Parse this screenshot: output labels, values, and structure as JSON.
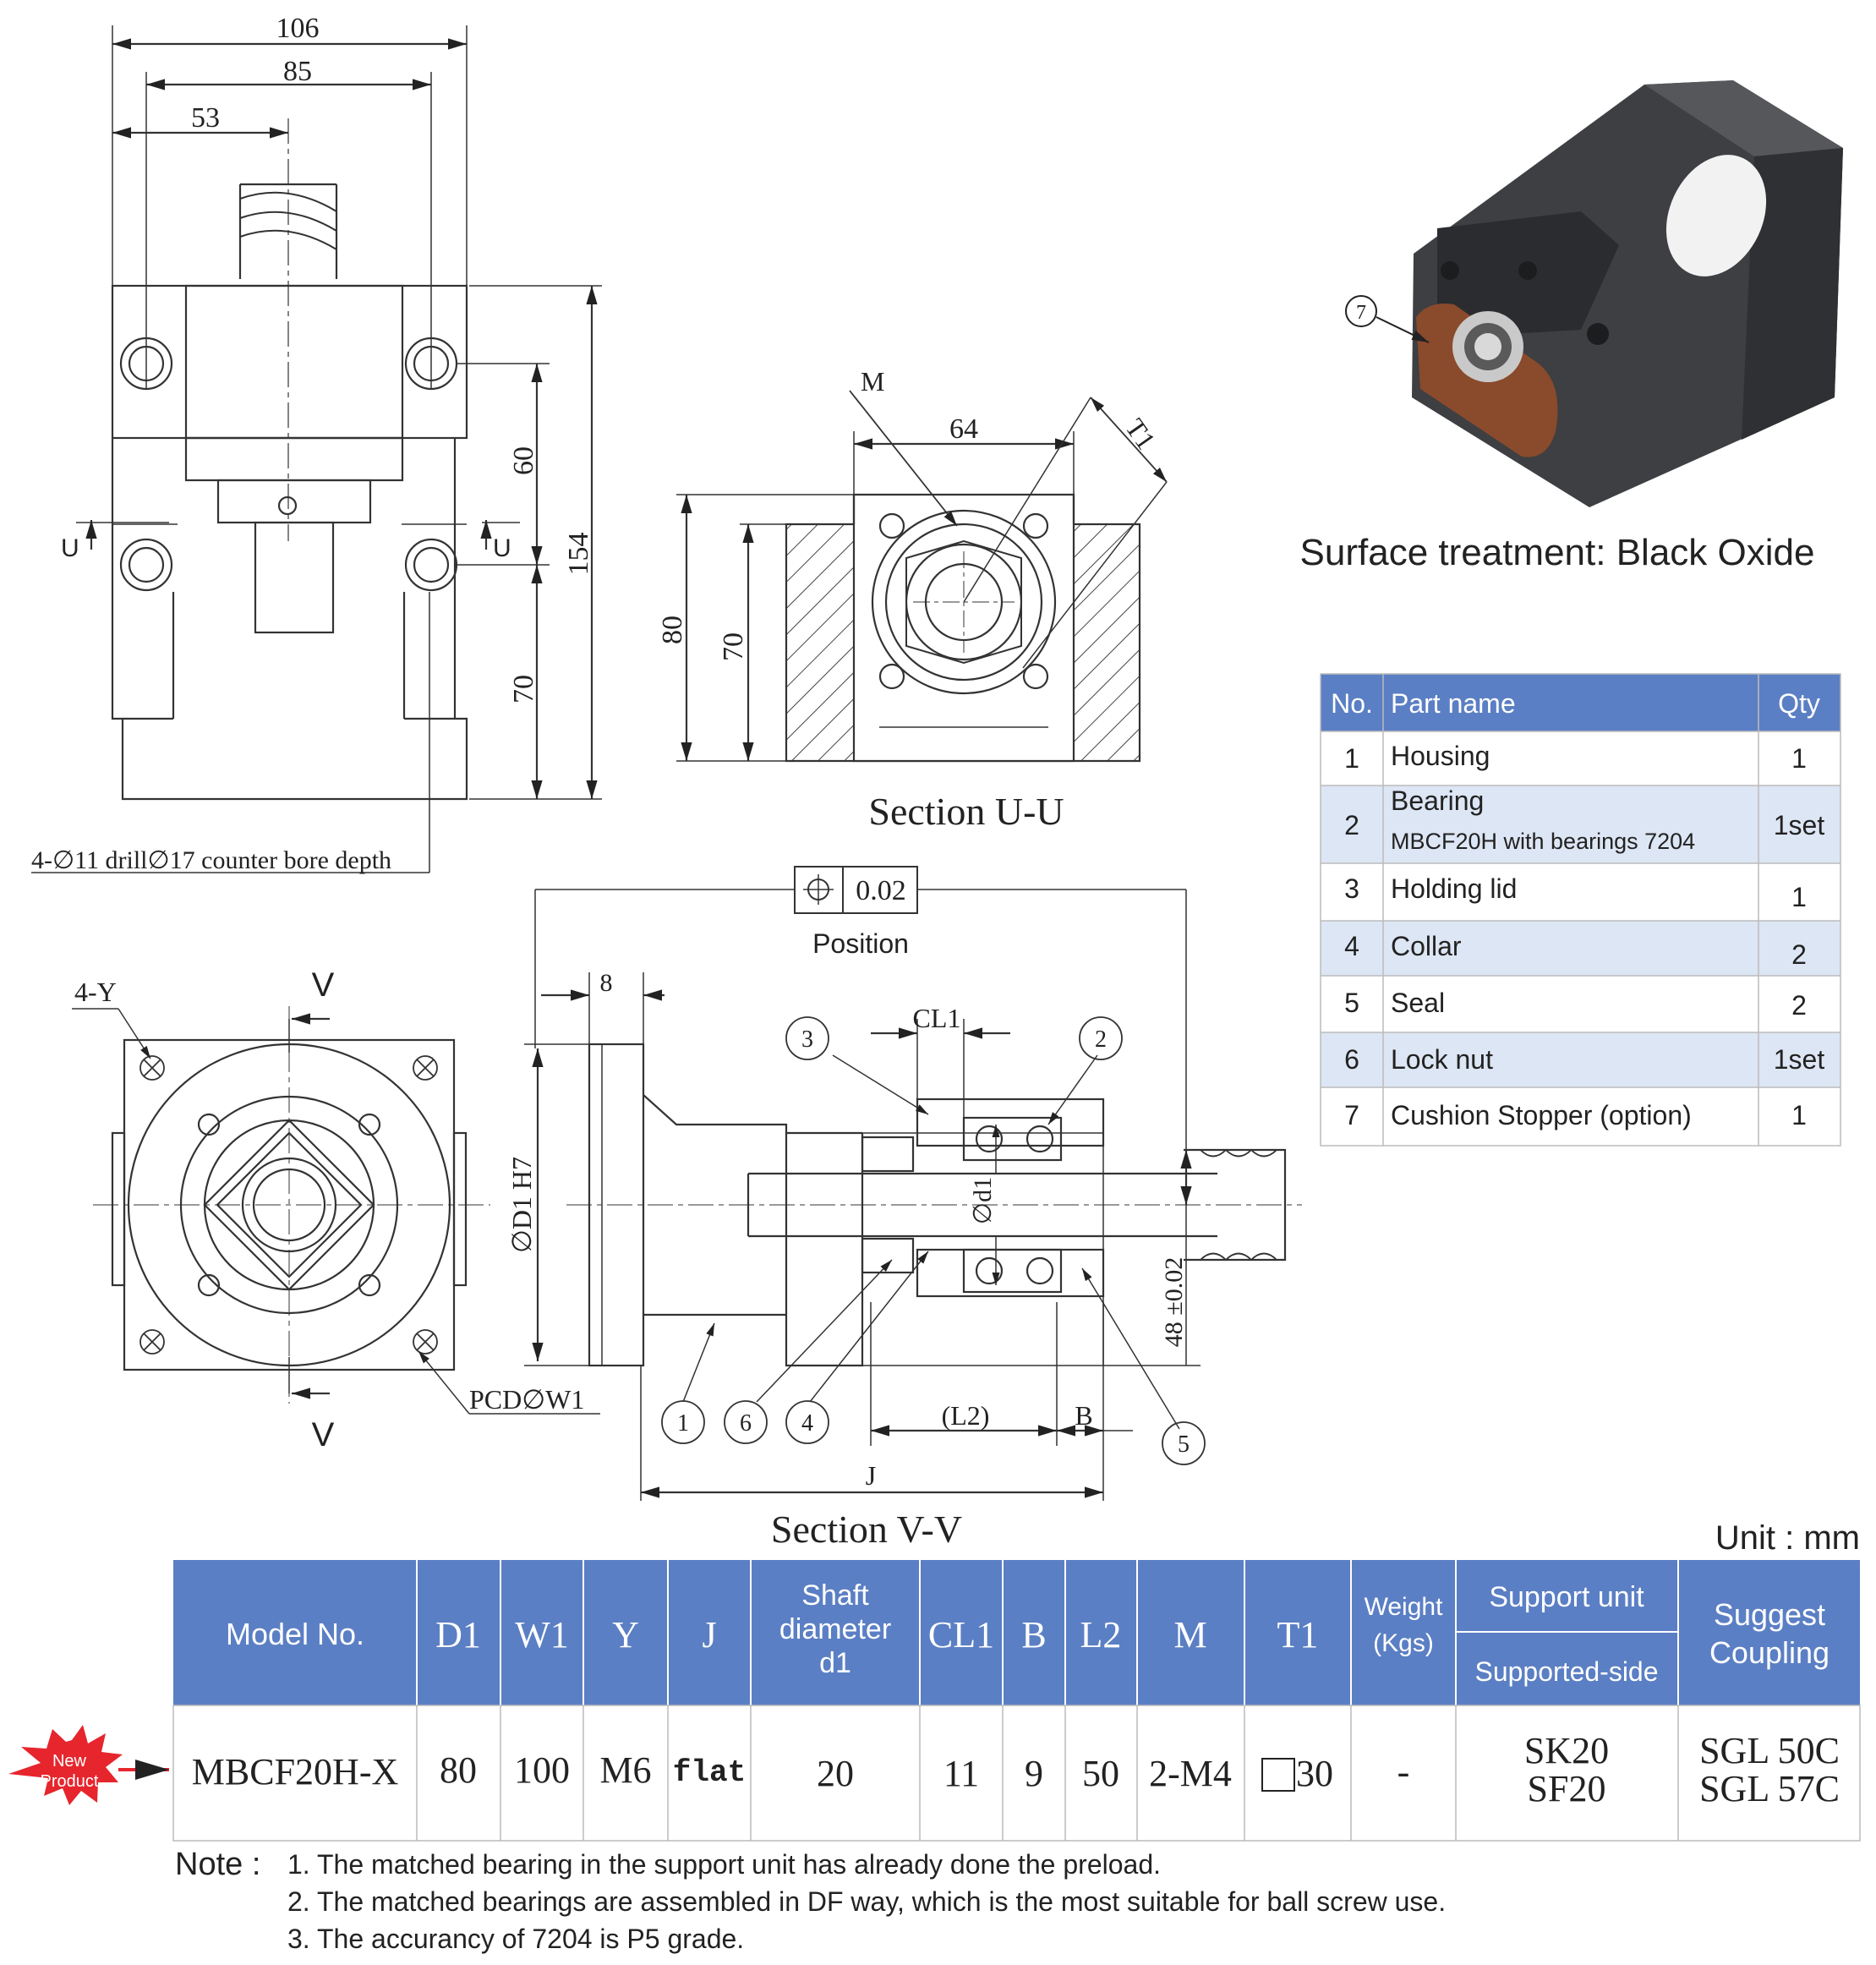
{
  "drawing": {
    "top_view": {
      "dim_106": "106",
      "dim_85": "85",
      "dim_53": "53",
      "dim_60": "60",
      "dim_70": "70",
      "dim_154": "154",
      "section_marker_left": "U",
      "section_marker_right": "U",
      "drill_note": "4-∅11 drill∅17 counter bore depth"
    },
    "section_uu": {
      "title": "Section U-U",
      "label_m": "M",
      "dim_64": "64",
      "label_t1": "T1",
      "dim_80": "80",
      "dim_70": "70"
    },
    "front_view": {
      "label_4y": "4-Y",
      "section_marker_top": "V",
      "section_marker_bottom": "V",
      "pcd_label": "PCD∅W1"
    },
    "section_vv": {
      "title": "Section V-V",
      "tolerance_value": "0.02",
      "tolerance_label": "Position",
      "dim_8": "8",
      "dim_cl1": "CL1",
      "dim_d1": "∅D1 H7",
      "dim_shaft": "∅d1",
      "dim_48": "48 ±0.02",
      "dim_l2": "(L2)",
      "dim_b": "B",
      "dim_j": "J",
      "balloons": [
        "1",
        "2",
        "3",
        "4",
        "5",
        "6"
      ]
    }
  },
  "product_image": {
    "balloon": "7",
    "caption": "Surface treatment: Black Oxide",
    "colors": {
      "body": "#3d3f42",
      "stopper": "#8a4a2c"
    }
  },
  "parts_table": {
    "headers": [
      "No.",
      "Part name",
      "Qty"
    ],
    "rows": [
      {
        "no": "1",
        "name": "Housing",
        "sub": "",
        "qty": "1"
      },
      {
        "no": "2",
        "name": "Bearing",
        "sub": "MBCF20H with bearings 7204",
        "qty": "1set"
      },
      {
        "no": "3",
        "name": "Holding lid",
        "sub": "",
        "qty": "1"
      },
      {
        "no": "4",
        "name": "Collar",
        "sub": "",
        "qty": "2"
      },
      {
        "no": "5",
        "name": "Seal",
        "sub": "",
        "qty": "2"
      },
      {
        "no": "6",
        "name": "Lock nut",
        "sub": "",
        "qty": "1set"
      },
      {
        "no": "7",
        "name": "Cushion Stopper (option)",
        "sub": "",
        "qty": "1"
      }
    ]
  },
  "unit_label": "Unit : mm",
  "spec_table": {
    "headers": {
      "model": "Model No.",
      "d1": "D1",
      "w1": "W1",
      "y": "Y",
      "j": "J",
      "shaft1": "Shaft",
      "shaft2": "diameter",
      "shaft3": "d1",
      "cl1": "CL1",
      "b": "B",
      "l2": "L2",
      "m": "M",
      "t1": "T1",
      "weight1": "Weight",
      "weight2": "(Kgs)",
      "support": "Support unit",
      "supported": "Supported-side",
      "coupling1": "Suggest",
      "coupling2": "Coupling"
    },
    "row": {
      "model": "MBCF20H-X",
      "d1": "80",
      "w1": "100",
      "y": "M6",
      "j": "flat",
      "shaft": "20",
      "cl1": "11",
      "b": "9",
      "l2": "50",
      "m": "2-M4",
      "t1": "30",
      "weight": "-",
      "supported1": "SK20",
      "supported2": "SF20",
      "coupling1": "SGL 50C",
      "coupling2": "SGL 57C"
    },
    "badge1": "New",
    "badge2": "Product"
  },
  "notes": {
    "label": "Note :",
    "items": [
      "1. The matched bearing in the support unit has already done the preload.",
      "2. The matched bearings are assembled in DF way, which is the most suitable for ball screw use.",
      "3. The accurancy of 7204 is P5 grade."
    ]
  },
  "colors": {
    "header_blue": "#5b7fc4",
    "row_alt": "#dde6f4",
    "line": "#333333"
  }
}
